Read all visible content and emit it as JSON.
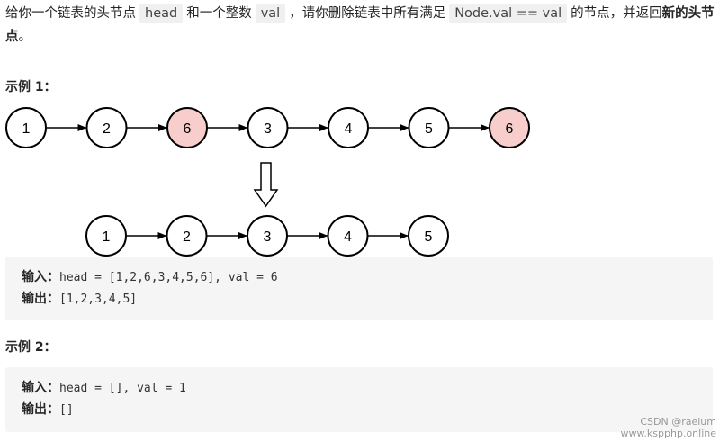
{
  "intro": {
    "p1": "给你一个链表的头节点",
    "c1": "head",
    "p2": "和一个整数",
    "c2": "val",
    "p3": "，请你删除链表中所有满足",
    "c3": "Node.val == val",
    "p4": "的节点，并返回",
    "bold": "新的头节点",
    "p5": "。"
  },
  "example1": {
    "heading": "示例 1：",
    "list_before": [
      "1",
      "2",
      "6",
      "3",
      "4",
      "5",
      "6"
    ],
    "highlighted": [
      false,
      false,
      true,
      false,
      false,
      false,
      true
    ],
    "list_after": [
      "1",
      "2",
      "3",
      "4",
      "5"
    ],
    "input_label": "输入：",
    "input_value": "head = [1,2,6,3,4,5,6], val = 6",
    "output_label": "输出：",
    "output_value": "[1,2,3,4,5]"
  },
  "example2": {
    "heading": "示例 2：",
    "input_label": "输入：",
    "input_value": "head = [], val = 1",
    "output_label": "输出：",
    "output_value": "[]"
  },
  "watermark": {
    "line1": "CSDN @raelum",
    "line2": "www.kspphp.online"
  },
  "colors": {
    "node_fill": "#ffffff",
    "node_highlight_fill": "#f8cecc",
    "code_bg": "#f5f5f6"
  }
}
